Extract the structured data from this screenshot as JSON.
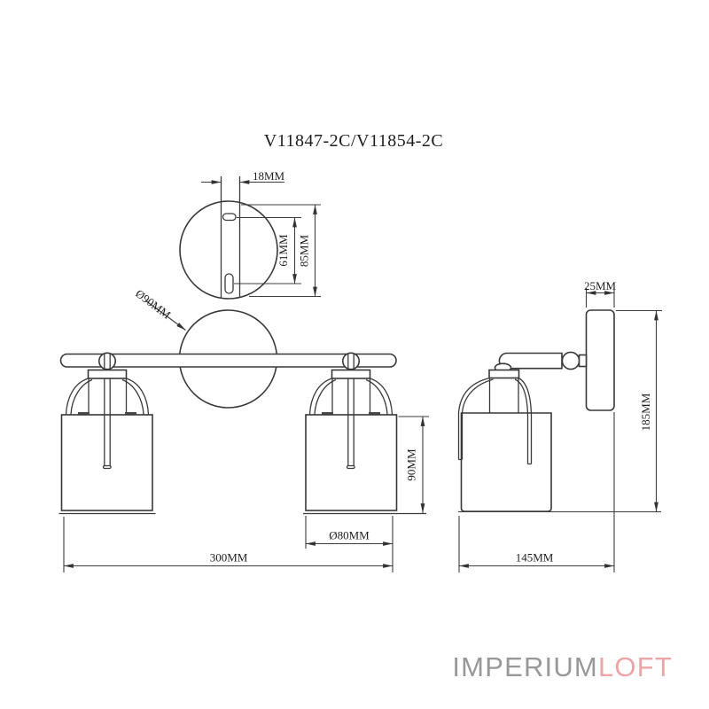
{
  "title": "V11847-2C/V11854-2C",
  "top_view": {
    "hole_offset": "18MM",
    "slot_spacing": "61MM",
    "bracket_height": "85MM",
    "plate_diameter": "Ø90MM"
  },
  "front_view": {
    "bar_width": "300MM",
    "shade_height": "90MM",
    "shade_diameter": "Ø80MM"
  },
  "side_view": {
    "plate_depth": "25MM",
    "overall_height": "185MM",
    "overall_depth": "145MM"
  },
  "logo": {
    "imperium": "IMPERIUM",
    "loft": "LOFT",
    "imperium_color": "#98989a",
    "loft_color": "#eca4a6"
  },
  "colors": {
    "background": "#ffffff",
    "object_line": "#383838",
    "dimension_line": "#3d3d3d",
    "text": "#1e1e1e"
  }
}
